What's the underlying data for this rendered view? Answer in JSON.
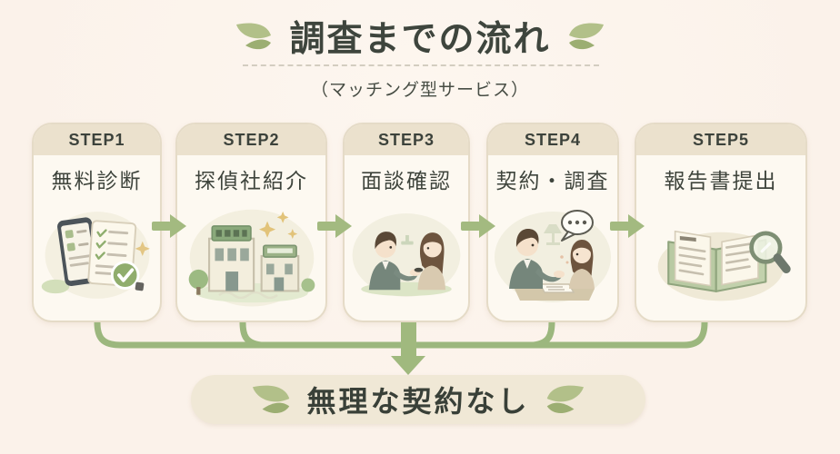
{
  "page": {
    "title": "調査までの流れ",
    "subtitle": "（マッチング型サービス）",
    "badge_label": "無理な契約なし"
  },
  "steps": [
    {
      "step": "STEP1",
      "label": "無料診断",
      "icon": "free-diagnosis-illustration"
    },
    {
      "step": "STEP2",
      "label": "探偵社紹介",
      "icon": "agency-buildings-illustration"
    },
    {
      "step": "STEP3",
      "label": "面談確認",
      "icon": "interview-illustration"
    },
    {
      "step": "STEP4",
      "label": "契約・調査",
      "icon": "contract-meeting-illustration"
    },
    {
      "step": "STEP5",
      "label": "報告書提出",
      "icon": "report-magnifier-illustration"
    }
  ],
  "icons": {
    "title_leaves": "leaf-sprig-icon",
    "flow_arrows": "arrow-right-icon",
    "merge_arrow": "arrow-down-icon"
  },
  "colors": {
    "background": "#fbf2ea",
    "card_background": "#fdf9f1",
    "card_border": "#e5dbc7",
    "step_band": "#ebe1cd",
    "ink": "#3e443c",
    "arrow_green": "#a3ba80",
    "connector_green": "#9cb77e",
    "leaf_green": "#b2c089",
    "badge_background": "#f0e8d6"
  }
}
